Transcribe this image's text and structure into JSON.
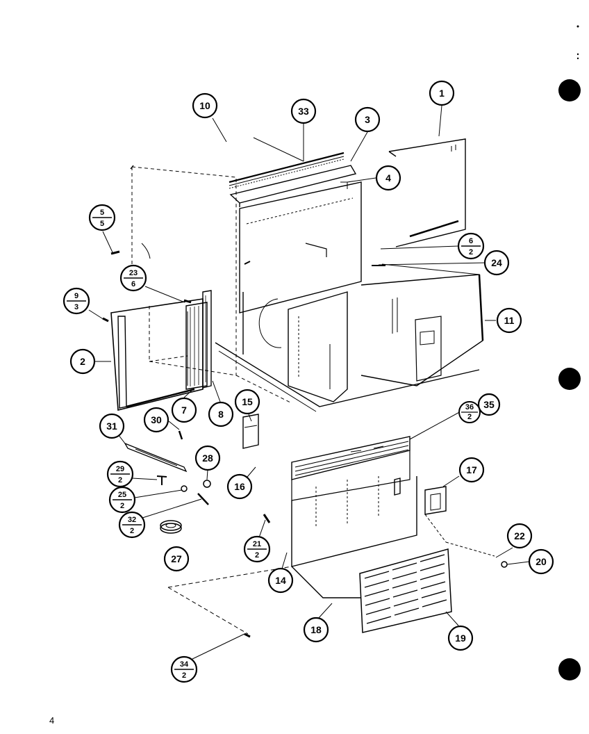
{
  "page_number": "4",
  "callouts": [
    {
      "id": "c1",
      "text": "1"
    },
    {
      "id": "c2",
      "text": "2"
    },
    {
      "id": "c3",
      "text": "3"
    },
    {
      "id": "c4",
      "text": "4"
    },
    {
      "id": "c7",
      "text": "7"
    },
    {
      "id": "c8",
      "text": "8"
    },
    {
      "id": "c10",
      "text": "10"
    },
    {
      "id": "c11",
      "text": "11"
    },
    {
      "id": "c14",
      "text": "14"
    },
    {
      "id": "c15",
      "text": "15"
    },
    {
      "id": "c16",
      "text": "16"
    },
    {
      "id": "c17",
      "text": "17"
    },
    {
      "id": "c18",
      "text": "18"
    },
    {
      "id": "c19",
      "text": "19"
    },
    {
      "id": "c20",
      "text": "20"
    },
    {
      "id": "c22",
      "text": "22"
    },
    {
      "id": "c24",
      "text": "24"
    },
    {
      "id": "c27",
      "text": "27"
    },
    {
      "id": "c28",
      "text": "28"
    },
    {
      "id": "c30",
      "text": "30"
    },
    {
      "id": "c31",
      "text": "31"
    },
    {
      "id": "c33",
      "text": "33"
    },
    {
      "id": "c35",
      "text": "35"
    }
  ],
  "fraction_callouts": [
    {
      "id": "f5_5",
      "top": "5",
      "bottom": "5"
    },
    {
      "id": "f23_6",
      "top": "23",
      "bottom": "6"
    },
    {
      "id": "f9_3",
      "top": "9",
      "bottom": "3"
    },
    {
      "id": "f6_2",
      "top": "6",
      "bottom": "2"
    },
    {
      "id": "f36_2",
      "top": "36",
      "bottom": "2"
    },
    {
      "id": "f29_2",
      "top": "29",
      "bottom": "2"
    },
    {
      "id": "f25_2",
      "top": "25",
      "bottom": "2"
    },
    {
      "id": "f32_2",
      "top": "32",
      "bottom": "2"
    },
    {
      "id": "f21_2",
      "top": "21",
      "bottom": "2"
    },
    {
      "id": "f34_2",
      "top": "34",
      "bottom": "2"
    }
  ]
}
